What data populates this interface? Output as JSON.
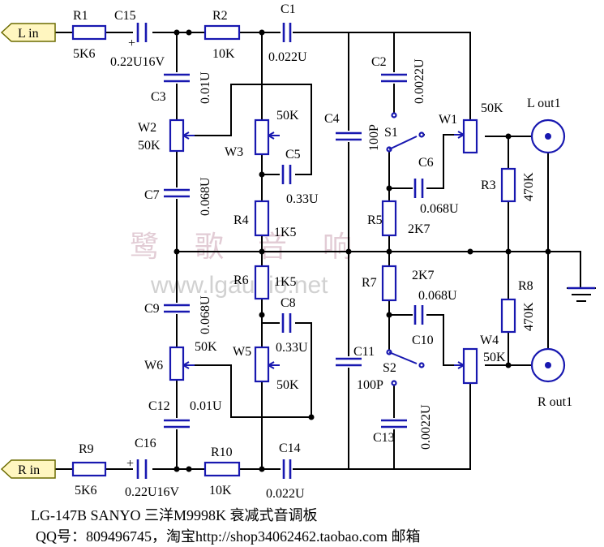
{
  "inputs": {
    "left": "L in",
    "right": "R in"
  },
  "outputs": {
    "left": "L out1",
    "right": "R out1"
  },
  "components": {
    "R1": {
      "ref": "R1",
      "value": "5K6"
    },
    "C15": {
      "ref": "C15",
      "value": "0.22U16V"
    },
    "R2": {
      "ref": "R2",
      "value": "10K"
    },
    "C1": {
      "ref": "C1",
      "value": "0.022U"
    },
    "C3": {
      "ref": "C3",
      "value": "0.01U"
    },
    "W2": {
      "ref": "W2",
      "value": "50K"
    },
    "W3": {
      "ref": "W3",
      "value": "50K"
    },
    "C5": {
      "ref": "C5",
      "value": "0.33U"
    },
    "C7": {
      "ref": "C7",
      "value": "0.068U"
    },
    "R4": {
      "ref": "R4",
      "value": "1K5"
    },
    "R6": {
      "ref": "R6",
      "value": "1K5"
    },
    "C4": {
      "ref": "C4",
      "value": "100P"
    },
    "C2": {
      "ref": "C2",
      "value": "0.0022U"
    },
    "S1": {
      "ref": "S1"
    },
    "C6": {
      "ref": "C6",
      "value": "0.068U"
    },
    "R5": {
      "ref": "R5",
      "value": "2K7"
    },
    "W1": {
      "ref": "W1",
      "value": "50K"
    },
    "R3": {
      "ref": "R3",
      "value": "470K"
    },
    "C9": {
      "ref": "C9",
      "value": "0.068U"
    },
    "C8": {
      "ref": "C8",
      "value": "0.33U"
    },
    "W6": {
      "ref": "W6",
      "value": "50K"
    },
    "W5": {
      "ref": "W5",
      "value": "50K"
    },
    "C12": {
      "ref": "C12",
      "value": "0.01U"
    },
    "R7": {
      "ref": "R7",
      "value": "2K7"
    },
    "C10": {
      "ref": "C10",
      "value": "0.068U"
    },
    "S2": {
      "ref": "S2"
    },
    "C11": {
      "ref": "C11",
      "value": "100P"
    },
    "C13": {
      "ref": "C13",
      "value": "0.0022U"
    },
    "R8": {
      "ref": "R8",
      "value": "470K"
    },
    "W4": {
      "ref": "W4",
      "value": "50K"
    },
    "R9": {
      "ref": "R9",
      "value": "5K6"
    },
    "C16": {
      "ref": "C16",
      "value": "0.22U16V"
    },
    "R10": {
      "ref": "R10",
      "value": "10K"
    },
    "C14": {
      "ref": "C14",
      "value": "0.022U"
    }
  },
  "polarity_mark": "+",
  "watermark": {
    "chars": [
      "鹭",
      "歌",
      "音",
      "响"
    ],
    "url": "www.lgaudio.net"
  },
  "footer": {
    "line1": "LG-147B  SANYO 三洋M9998K 衰减式音调板",
    "line2": "QQ号：809496745，淘宝http://shop34062462.taobao.com   邮箱"
  },
  "colors": {
    "component": "#1818b0",
    "wire": "#000000",
    "tag_fill": "#fff6c0",
    "watermark": "#d9bcc8"
  }
}
